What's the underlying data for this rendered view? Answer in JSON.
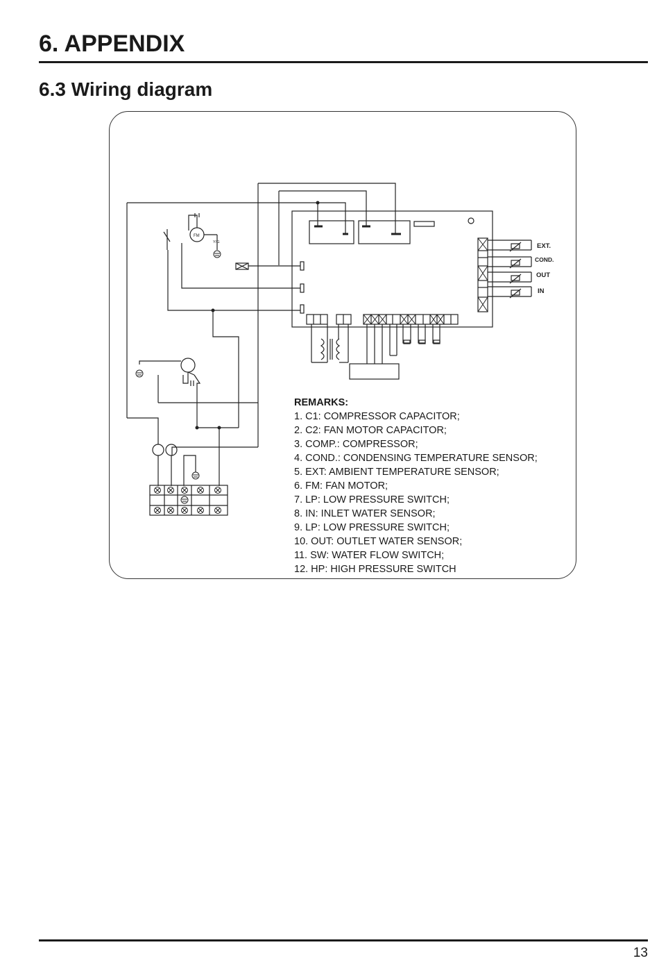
{
  "section_title": "6. APPENDIX",
  "subsection_title": "6.3 Wiring diagram",
  "diagram_labels": {
    "fan_motor": "FM",
    "ground": "Y/G",
    "sensor_ext": "EXT.",
    "sensor_cond": "COND.",
    "sensor_out": "OUT",
    "sensor_in": "IN"
  },
  "remarks": {
    "heading": "REMARKS:",
    "items": [
      "1. C1: COMPRESSOR CAPACITOR;",
      "2. C2: FAN MOTOR CAPACITOR;",
      "3. COMP.: COMPRESSOR;",
      "4. COND.: CONDENSING TEMPERATURE SENSOR;",
      "5. EXT: AMBIENT TEMPERATURE SENSOR;",
      "6. FM: FAN MOTOR;",
      "7. LP: LOW PRESSURE SWITCH;",
      "8. IN: INLET WATER SENSOR;",
      "9. LP: LOW PRESSURE SWITCH;",
      "10. OUT: OUTLET WATER SENSOR;",
      "11. SW: WATER FLOW SWITCH;",
      "12. HP: HIGH PRESSURE SWITCH"
    ]
  },
  "page_number": "13"
}
